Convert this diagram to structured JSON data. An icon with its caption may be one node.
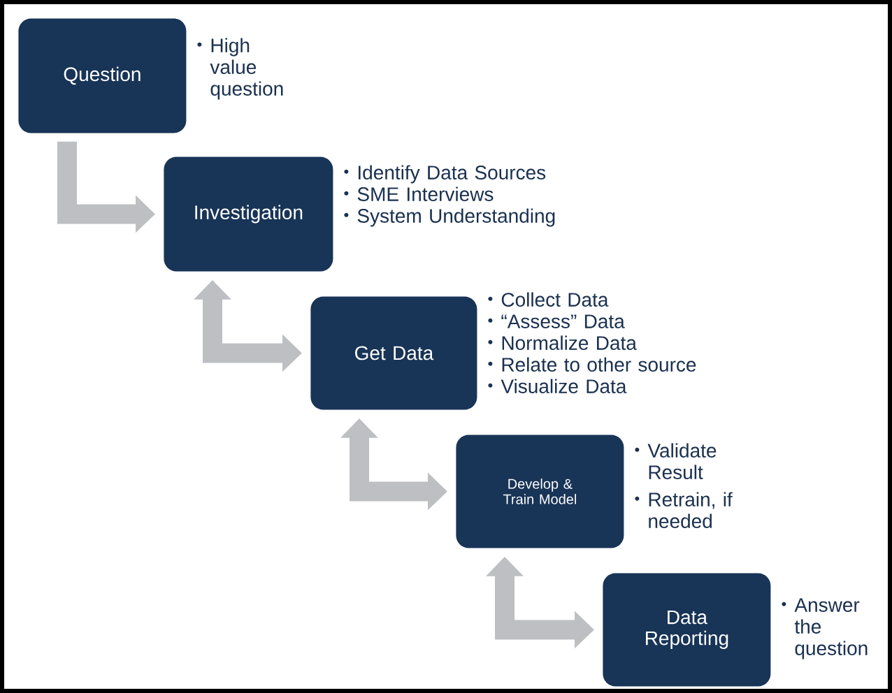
{
  "diagram": {
    "nodes": [
      {
        "text": [
          "Question"
        ],
        "beside": [
          "High value question"
        ]
      },
      {
        "text": [
          "Investigation"
        ],
        "beside": [
          "Identify Data Sources",
          "SME Interviews",
          "System Understanding"
        ]
      },
      {
        "text": [
          "Get Data"
        ],
        "beside": [
          "Collect Data",
          "“Assess” Data",
          "Normalize Data",
          "Relate to other source",
          "Visualize Data"
        ]
      },
      {
        "text": [
          "Develop & Train Model"
        ],
        "beside": [
          "Validate Result",
          "Retrain, if needed"
        ]
      },
      {
        "text": [
          "Data Reporting"
        ],
        "beside": [
          "Answer the question"
        ]
      }
    ],
    "edges": [
      {
        "from": 0,
        "to": 1,
        "arrow": "to"
      },
      {
        "from": 1,
        "to": 2,
        "arrow": "both"
      },
      {
        "from": 2,
        "to": 3,
        "arrow": "both"
      },
      {
        "from": 3,
        "to": 4,
        "arrow": "both"
      }
    ]
  }
}
